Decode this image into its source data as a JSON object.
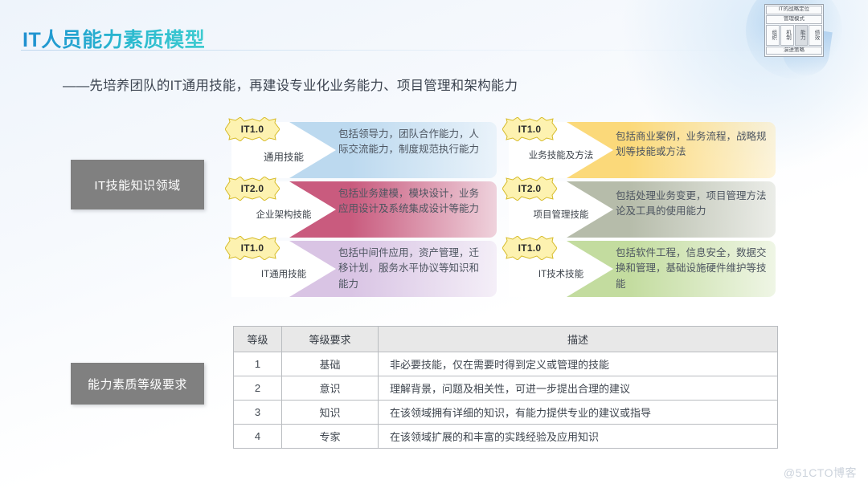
{
  "header": {
    "title": "IT人员能力素质模型",
    "subtitle": "——先培养团队的IT通用技能，再建设专业化业务能力、项目管理和架构能力"
  },
  "thumbnail": {
    "top": "IT的战略定位",
    "mode": "管理模式",
    "cells": [
      "组织",
      "机制",
      "能力",
      "绩效"
    ],
    "bottom": "演进策略"
  },
  "side_labels": {
    "skills": "IT技能知识领域",
    "levels": "能力素质等级要求"
  },
  "skill_columns": {
    "left": [
      {
        "badge": "IT1.0",
        "name": "通用技能",
        "description": "包括领导力，团队合作能力，人际交流能力，制度规范执行能力",
        "band_color": "#bcd9ef",
        "tab_color": "#6aaede"
      },
      {
        "badge": "IT2.0",
        "name": "企业架构技能",
        "description": "包括业务建模，模块设计，业务应用设计及系统集成设计等能力",
        "band_color": "#c95b7e",
        "tab_color": "#a61b45"
      },
      {
        "badge": "IT1.0",
        "name": "IT通用技能",
        "description": "包括中间件应用，资产管理，迁移计划，服务水平协议等知识和能力",
        "band_color": "#d9c4e4",
        "tab_color": "#a984c4"
      }
    ],
    "right": [
      {
        "badge": "IT1.0",
        "name": "业务技能及方法",
        "description": "包括商业案例，业务流程，战略规划等技能或方法",
        "band_color": "#fbd97a",
        "tab_color": "#f5b310"
      },
      {
        "badge": "IT2.0",
        "name": "项目管理技能",
        "description": "包括处理业务变更，项目管理方法论及工具的使用能力",
        "band_color": "#b6bcaa",
        "tab_color": "#6f7a62"
      },
      {
        "badge": "IT1.0",
        "name": "IT技术技能",
        "description": "包括软件工程，信息安全，数据交换和管理，基础设施硬件维护等技能",
        "band_color": "#c3dc9f",
        "tab_color": "#7cb348"
      }
    ]
  },
  "grade_table": {
    "headers": [
      "等级",
      "等级要求",
      "描述"
    ],
    "rows": [
      {
        "level": "1",
        "requirement": "基础",
        "description": "非必要技能，仅在需要时得到定义或管理的技能"
      },
      {
        "level": "2",
        "requirement": "意识",
        "description": "理解背景，问题及相关性，可进一步提出合理的建议"
      },
      {
        "level": "3",
        "requirement": "知识",
        "description": "在该领域拥有详细的知识，有能力提供专业的建议或指导"
      },
      {
        "level": "4",
        "requirement": "专家",
        "description": "在该领域扩展的和丰富的实践经验及应用知识"
      }
    ]
  },
  "watermark": "@51CTO博客",
  "colors": {
    "title_gradient_start": "#1f8fd0",
    "title_gradient_end": "#3fcbd0",
    "side_label_bg": "#808080",
    "badge_fill": "#fdf2b0",
    "badge_stroke": "#d6bb28",
    "table_header_bg": "#e8e8e8"
  }
}
